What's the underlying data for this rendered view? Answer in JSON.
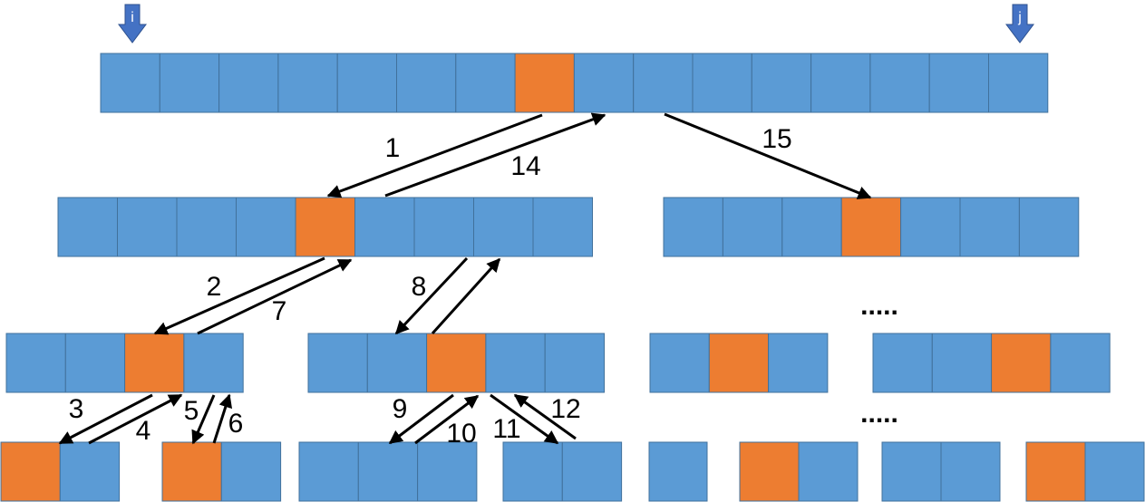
{
  "colors": {
    "cell_fill": "#5B9BD5",
    "pivot_fill": "#ED7D31",
    "cell_border": "#41719C",
    "pointer_fill": "#4472C4",
    "arrow": "#000000"
  },
  "pointers": {
    "left": "i",
    "right": "j"
  },
  "arrays": [
    {
      "name": "root-array",
      "cells": 16,
      "pivot": 7
    },
    {
      "name": "left-subarray",
      "cells": 9,
      "pivot": 4
    },
    {
      "name": "right-subarray",
      "cells": 7,
      "pivot": 3
    },
    {
      "name": "left-left-subarray",
      "cells": 4,
      "pivot": 2
    },
    {
      "name": "left-right-subarray",
      "cells": 5,
      "pivot": 2
    },
    {
      "name": "right-left-subarray",
      "cells": 3,
      "pivot": 1
    },
    {
      "name": "right-right-subarray",
      "cells": 4,
      "pivot": 2
    },
    {
      "name": "leaf-a",
      "cells": 2,
      "pivot": 0
    },
    {
      "name": "leaf-b",
      "cells": 2,
      "pivot": 0
    },
    {
      "name": "leaf-c",
      "cells": 3,
      "pivot": -1
    },
    {
      "name": "leaf-d",
      "cells": 2,
      "pivot": -1
    },
    {
      "name": "leaf-e",
      "cells": 1,
      "pivot": -1
    },
    {
      "name": "leaf-f",
      "cells": 2,
      "pivot": 0
    },
    {
      "name": "leaf-g",
      "cells": 2,
      "pivot": -1
    },
    {
      "name": "leaf-h",
      "cells": 2,
      "pivot": 0
    }
  ],
  "step_labels": [
    "1",
    "2",
    "3",
    "4",
    "5",
    "6",
    "7",
    "8",
    "9",
    "10",
    "11",
    "12",
    "14",
    "15"
  ],
  "ellipsis": "....."
}
